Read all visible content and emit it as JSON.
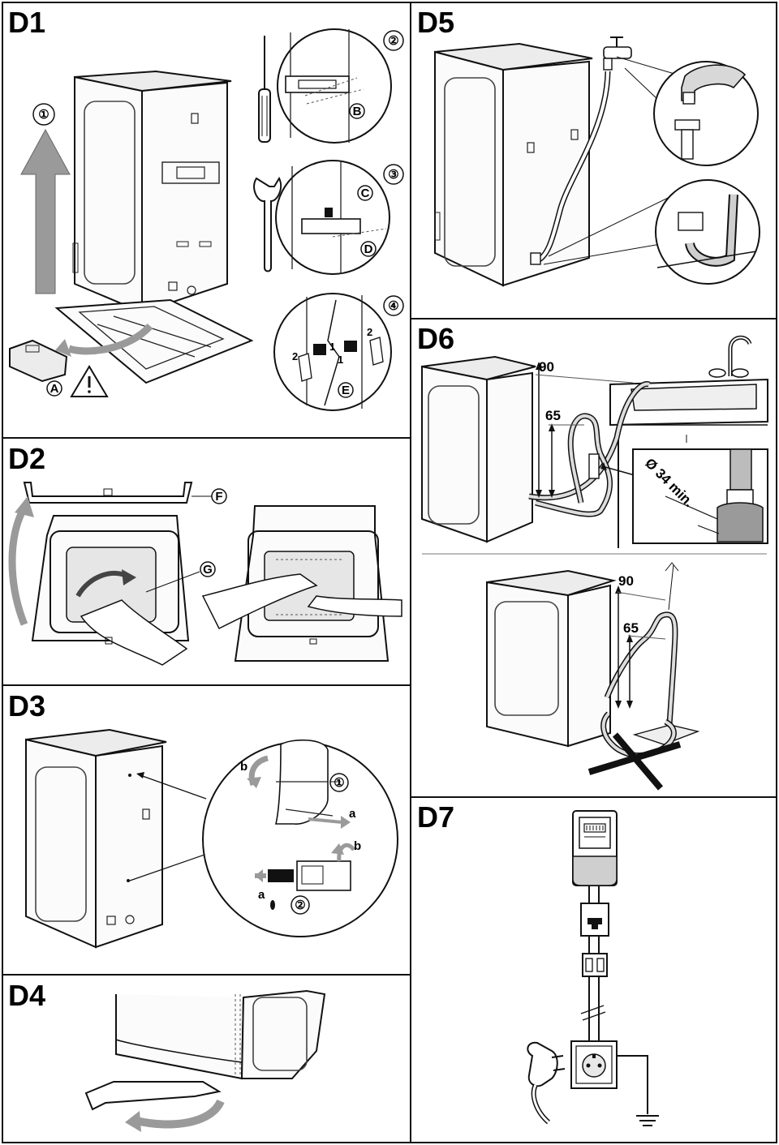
{
  "sections": {
    "d1": "D1",
    "d2": "D2",
    "d3": "D3",
    "d4": "D4",
    "d5": "D5",
    "d6": "D6",
    "d7": "D7"
  },
  "callouts": {
    "A": "A",
    "B": "B",
    "C": "C",
    "D": "D",
    "E": "E",
    "F": "F",
    "G": "G"
  },
  "steps": {
    "s1": "①",
    "s2": "②",
    "s3": "③",
    "s4": "④",
    "d3_s1": "①",
    "d3_s2": "②"
  },
  "d1_detail4": {
    "one_left": "1",
    "two_left": "2",
    "one_right": "1",
    "two_right": "2"
  },
  "d3_arrows": {
    "b_top": "b",
    "a_top": "a",
    "b_bottom": "b",
    "a_bottom": "a"
  },
  "d6": {
    "h_max_top": "90",
    "h_min_top": "65",
    "diameter": "Ø 34 min.",
    "h_max_bottom": "90",
    "h_min_bottom": "65"
  },
  "icons": [
    "warning-icon",
    "screwdriver-icon",
    "wrench-icon",
    "tap-icon",
    "plug-icon",
    "socket-icon",
    "ground-icon",
    "meter-icon",
    "breaker-icon",
    "fuse-icon"
  ]
}
